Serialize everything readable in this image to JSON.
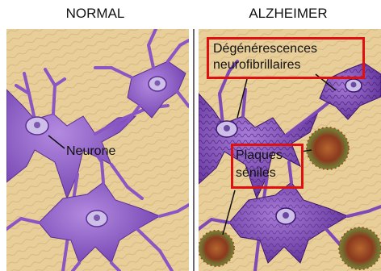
{
  "titles": {
    "normal": "NORMAL",
    "alzheimer": "ALZHEIMER"
  },
  "labels": {
    "neurone": "Neurone",
    "tangles_line1": "Dégénérescences",
    "tangles_line2": "neurofibrillaires",
    "plaques_line1": "Plaques",
    "plaques_line2": "séniles"
  },
  "colors": {
    "tissue": "#e8cf9a",
    "tissue_fiber": "#c9a46a",
    "neuron": "#8a55c4",
    "neuron_dark": "#5d2f96",
    "nucleus": "#cdbfe8",
    "plaque": "#8b3a1e",
    "callout": "#e01010"
  }
}
